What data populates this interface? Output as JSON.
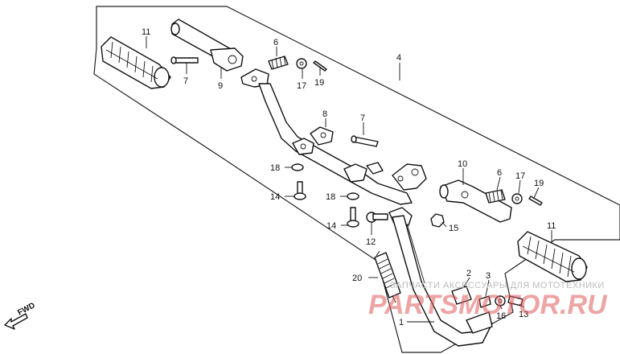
{
  "callouts": {
    "c1": "1",
    "c2": "2",
    "c3": "3",
    "c4": "4",
    "c6a": "6",
    "c6b": "6",
    "c7a": "7",
    "c7b": "7",
    "c8": "8",
    "c9": "9",
    "c10": "10",
    "c11a": "11",
    "c11b": "11",
    "c12": "12",
    "c13": "13",
    "c14a": "14",
    "c14b": "14",
    "c15": "15",
    "c16": "16",
    "c17a": "17",
    "c17b": "17",
    "c18a": "18",
    "c18b": "18",
    "c19a": "19",
    "c19b": "19",
    "c20": "20"
  },
  "direction_label": "FWD",
  "watermark": {
    "tagline": "ЗАПЧАСТИ АКСЕССУАРЫ ДЛЯ МОТОТЕХНИКИ",
    "brand": "PARTSMOTOR.RU"
  },
  "colors": {
    "line": "#111111",
    "watermark_red": "#e05a5a",
    "watermark_gray": "#bcbcbc"
  }
}
